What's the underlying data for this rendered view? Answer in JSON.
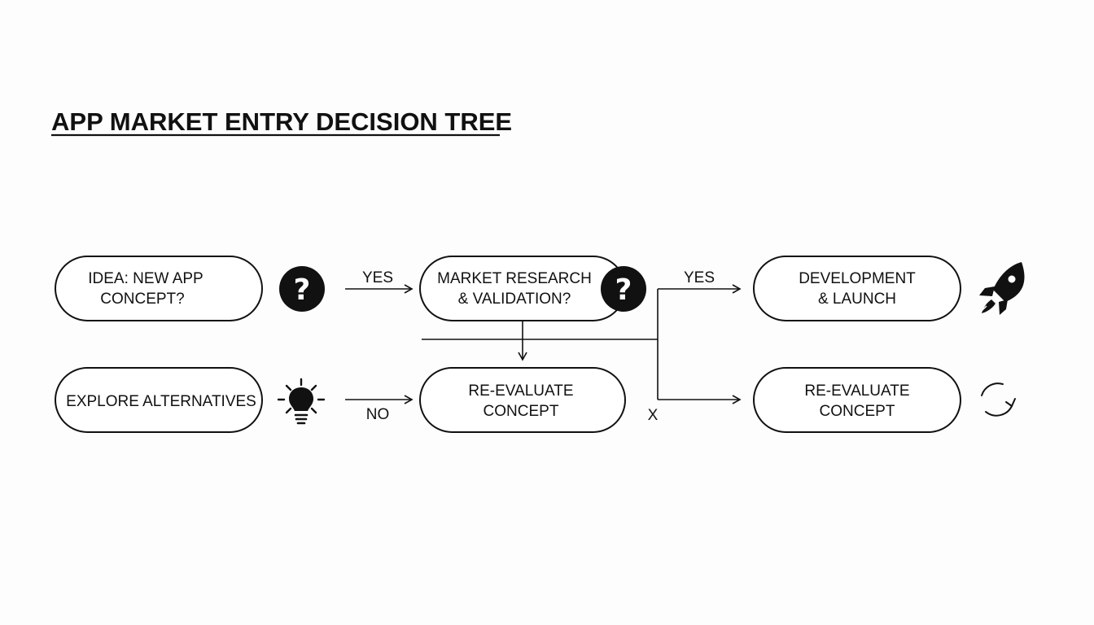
{
  "title": "APP MARKET ENTRY DECISION TREE",
  "nodes": {
    "idea": {
      "line1": "IDEA: NEW APP",
      "line2": "CONCEPT?"
    },
    "market_research": {
      "line1": "MARKET RESEARCH",
      "line2": "& VALIDATION?"
    },
    "development": {
      "line1": "DEVELOPMENT",
      "line2": "& LAUNCH"
    },
    "explore": {
      "line1": "EXPLORE ALTERNATIVES"
    },
    "reevaluate_center": {
      "line1": "RE-EVALUATE",
      "line2": "CONCEPT"
    },
    "reevaluate_right": {
      "line1": "RE-EVALUATE",
      "line2": "CONCEPT"
    }
  },
  "edges": {
    "yes_1": "YES",
    "yes_2": "YES",
    "no": "NO",
    "x_mark": "X"
  },
  "icons": {
    "question_1": "question-icon",
    "question_2": "question-icon",
    "lightbulb": "lightbulb-icon",
    "rocket": "rocket-icon",
    "refresh": "refresh-icon"
  }
}
